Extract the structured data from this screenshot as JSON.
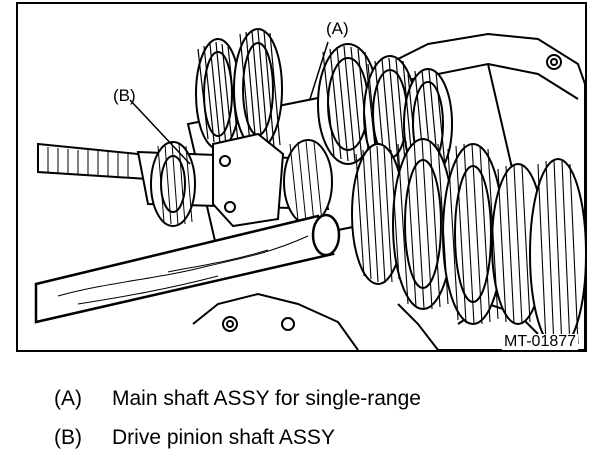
{
  "figure": {
    "callouts": {
      "a": "(A)",
      "b": "(B)"
    },
    "code": "MT-01877"
  },
  "legend": [
    {
      "key": "(A)",
      "text": "Main shaft ASSY for single-range"
    },
    {
      "key": "(B)",
      "text": "Drive pinion shaft ASSY"
    }
  ]
}
